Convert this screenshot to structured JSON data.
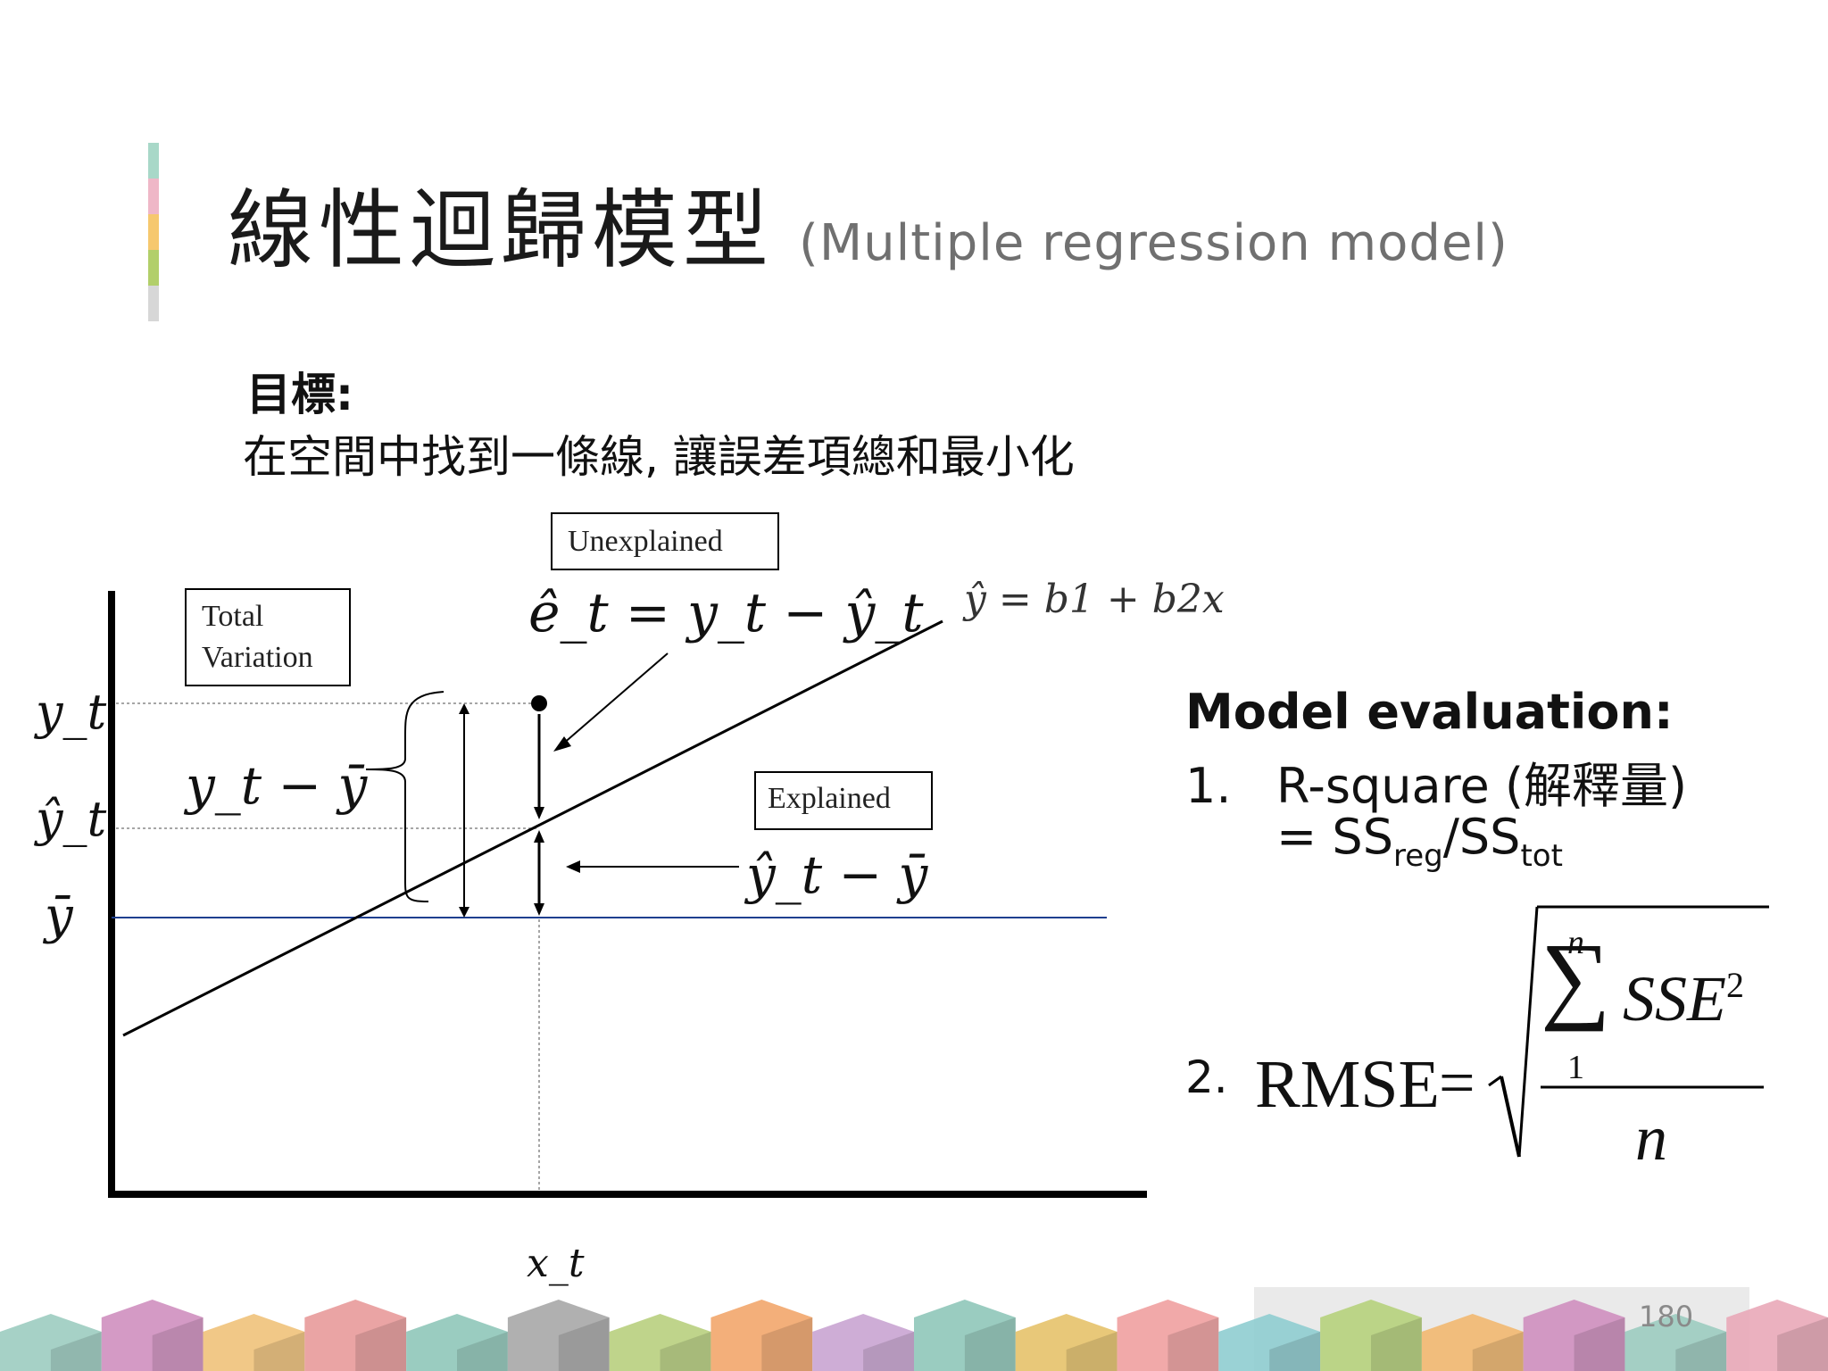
{
  "slide": {
    "title_main": "線性迴歸模型",
    "title_sub": "(Multiple regression model)",
    "page_number": "180",
    "accent_colors": [
      "#a8d8c8",
      "#efb7c7",
      "#f6c86e",
      "#b2cf6a",
      "#d7d7d7"
    ]
  },
  "goal": {
    "label": "目標:",
    "text": "在空間中找到一條線, 讓誤差項總和最小化"
  },
  "diagram": {
    "box_unexplained": "Unexplained",
    "box_total_line1": "Total",
    "box_total_line2": "Variation",
    "box_explained": "Explained",
    "eq_error": "ê_t = y_t − ŷ_t",
    "eq_line": "ŷ = b1 + b2x",
    "label_yt": "y_t",
    "label_yhat": "ŷ_t",
    "label_ybar": "ȳ",
    "label_total": "y_t − ȳ",
    "label_explained": "ŷ_t − ȳ",
    "label_xt": "x_t"
  },
  "evaluation": {
    "heading": "Model evaluation:",
    "item1_num": "1.",
    "item1_text": "R-square (解釋量)",
    "item1_formula_prefix": "= SS",
    "item1_formula_sub1": "reg",
    "item1_formula_mid": "/SS",
    "item1_formula_sub2": "tot",
    "item2_num": "2.",
    "rmse_word": "RMSE",
    "rmse_equals": "=",
    "sum_top": "n",
    "sum_bottom": "1",
    "sse": "SSE",
    "sse_power": "2",
    "denominator": "n"
  },
  "colors": {
    "mean_line": "#1f3f8f",
    "footer_colors": [
      "#9cccc0",
      "#cf8fbf",
      "#efc27a",
      "#e89a9a",
      "#8fc7b9",
      "#a7a7a7",
      "#b8cf7e",
      "#f2a66b",
      "#c9a4d2",
      "#8fc7b9",
      "#e6c26a",
      "#f0a0a0",
      "#8fcdd0",
      "#b6d27c",
      "#f2b870",
      "#cf8fbf",
      "#9cccc0",
      "#e9a8b8"
    ]
  }
}
